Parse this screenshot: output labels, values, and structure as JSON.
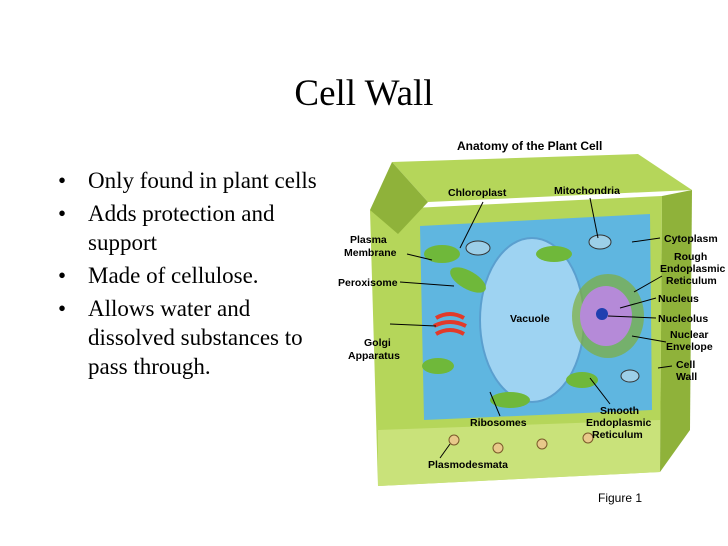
{
  "slide": {
    "title": "Cell Wall",
    "bullets": [
      "Only found in plant cells",
      "Adds protection and support",
      "Made of cellulose.",
      "Allows water and dissolved substances to pass through."
    ],
    "bullet_glyph": "•"
  },
  "figure": {
    "title": "Anatomy of the Plant Cell",
    "caption": "Figure 1",
    "labels": {
      "chloroplast": "Chloroplast",
      "mitochondria": "Mitochondria",
      "plasma_membrane_1": "Plasma",
      "plasma_membrane_2": "Membrane",
      "peroxisome": "Peroxisome",
      "vacuole": "Vacuole",
      "golgi_1": "Golgi",
      "golgi_2": "Apparatus",
      "ribosomes": "Ribosomes",
      "smooth_er_1": "Smooth",
      "smooth_er_2": "Endoplasmic",
      "smooth_er_3": "Reticulum",
      "plasmodesmata": "Plasmodesmata",
      "cytoplasm": "Cytoplasm",
      "rough_er_1": "Rough",
      "rough_er_2": "Endoplasmic",
      "rough_er_3": "Reticulum",
      "nucleus": "Nucleus",
      "nucleolus": "Nucleolus",
      "nuclear_envelope_1": "Nuclear",
      "nuclear_envelope_2": "Envelope",
      "cell_wall_1": "Cell",
      "cell_wall_2": "Wall"
    },
    "colors": {
      "wall": "#b5d65a",
      "wall_dark": "#8fb23a",
      "cytoplasm": "#5fb6e0",
      "vacuole": "#9ed3f2",
      "chloroplast": "#6fb83a",
      "nucleus": "#b58ad8",
      "golgi": "#e23a2a"
    }
  }
}
